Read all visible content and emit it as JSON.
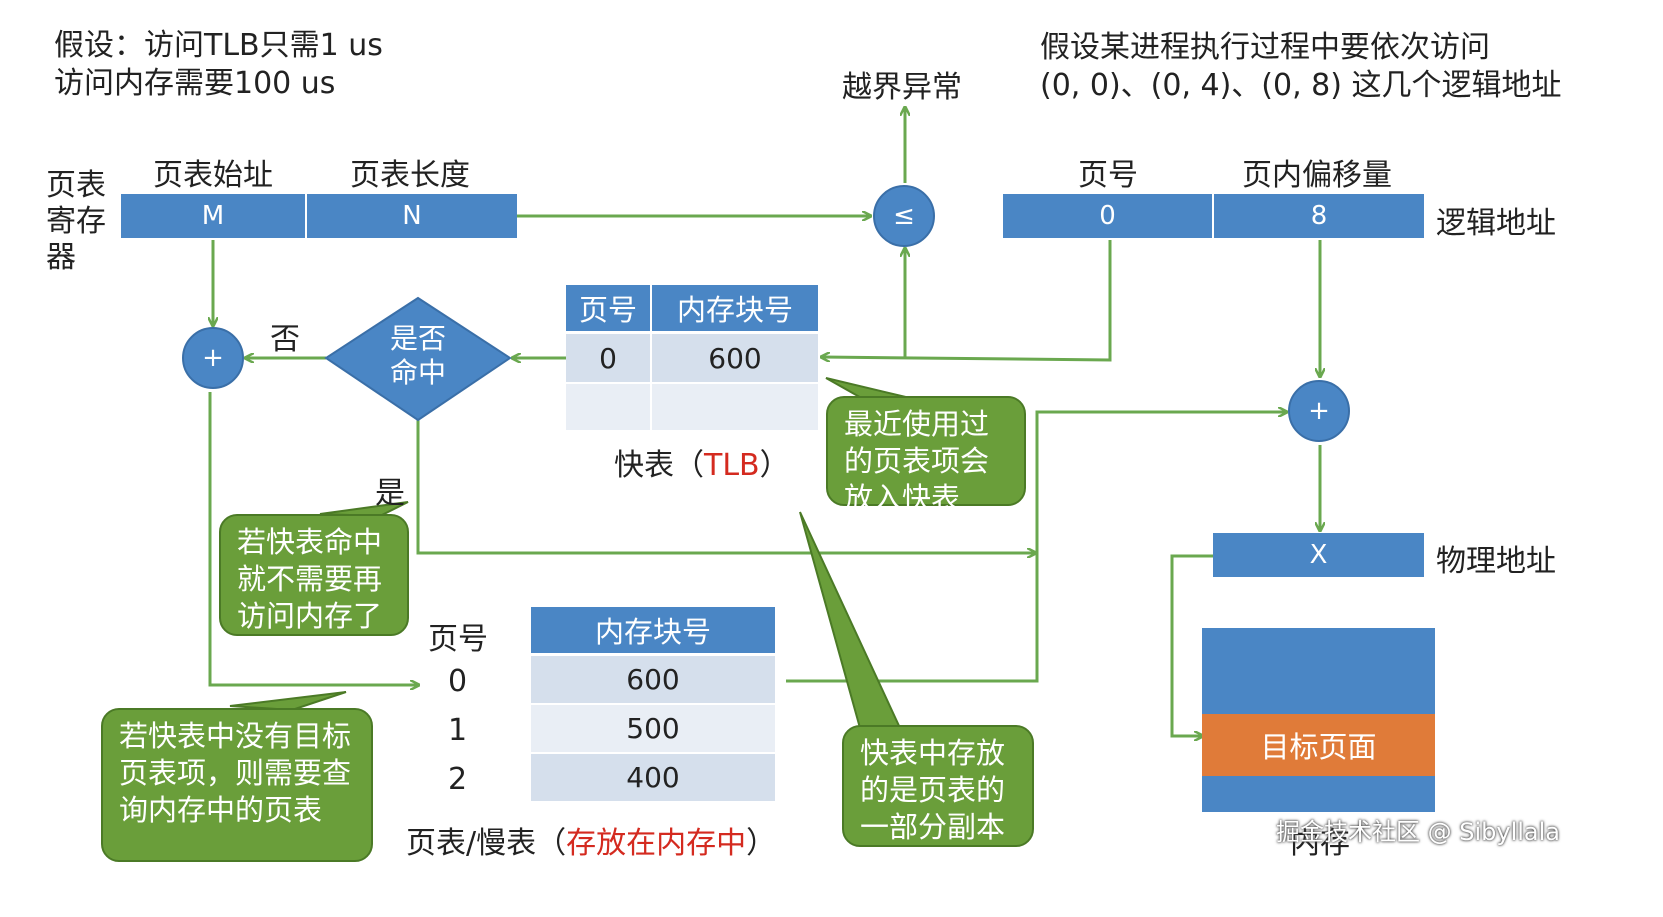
{
  "top_left": {
    "line1": "假设：访问TLB只需1 us",
    "line2": "访问内存需要100 us"
  },
  "top_right": {
    "line1": "假设某进程执行过程中要依次访问",
    "line2": "(0, 0)、(0, 4)、(0, 8) 这几个逻辑地址"
  },
  "out_of_bounds": "越界异常",
  "register": {
    "label": [
      "页表",
      "寄存",
      "器"
    ],
    "start_header": "页表始址",
    "length_header": "页表长度",
    "start_value": "M",
    "length_value": "N"
  },
  "compare_symbol": "≤",
  "logical": {
    "page_header": "页号",
    "offset_header": "页内偏移量",
    "page_value": "0",
    "offset_value": "8",
    "label": "逻辑地址"
  },
  "adder_symbol": "+",
  "hit_diamond": [
    "是否",
    "命中"
  ],
  "no_label": "否",
  "yes_label": "是",
  "tlb": {
    "headers": [
      "页号",
      "内存块号"
    ],
    "rows": [
      [
        "0",
        "600"
      ],
      [
        "",
        ""
      ]
    ],
    "caption_prefix": "快表（",
    "caption_highlight": "TLB",
    "caption_suffix": "）"
  },
  "physical": {
    "value": "X",
    "label": "物理地址"
  },
  "page_table": {
    "page_header": "页号",
    "block_header": "内存块号",
    "pages": [
      "0",
      "1",
      "2"
    ],
    "blocks": [
      "600",
      "500",
      "400"
    ],
    "caption_prefix": "页表/慢表（",
    "caption_highlight": "存放在内存中",
    "caption_suffix": "）"
  },
  "memory": {
    "target": "目标页面",
    "label": "内存"
  },
  "notes": {
    "recent": "最近使用过的页表项会放入快表",
    "hit": "若快表命中就不需要再访问内存了",
    "miss": "若快表中没有目标页表项，则需要查询内存中的页表",
    "copy": "快表中存放的是页表的一部分副本"
  },
  "watermark": "掘金技术社区 @ Sibyllala",
  "colors": {
    "block_blue": "#4a86c5",
    "light_cell": "#d5dfec",
    "note_green": "#6a9e3a",
    "arrow_green": "#6aa84f",
    "target_orange": "#e07b39",
    "highlight_red": "#d42a1f"
  }
}
